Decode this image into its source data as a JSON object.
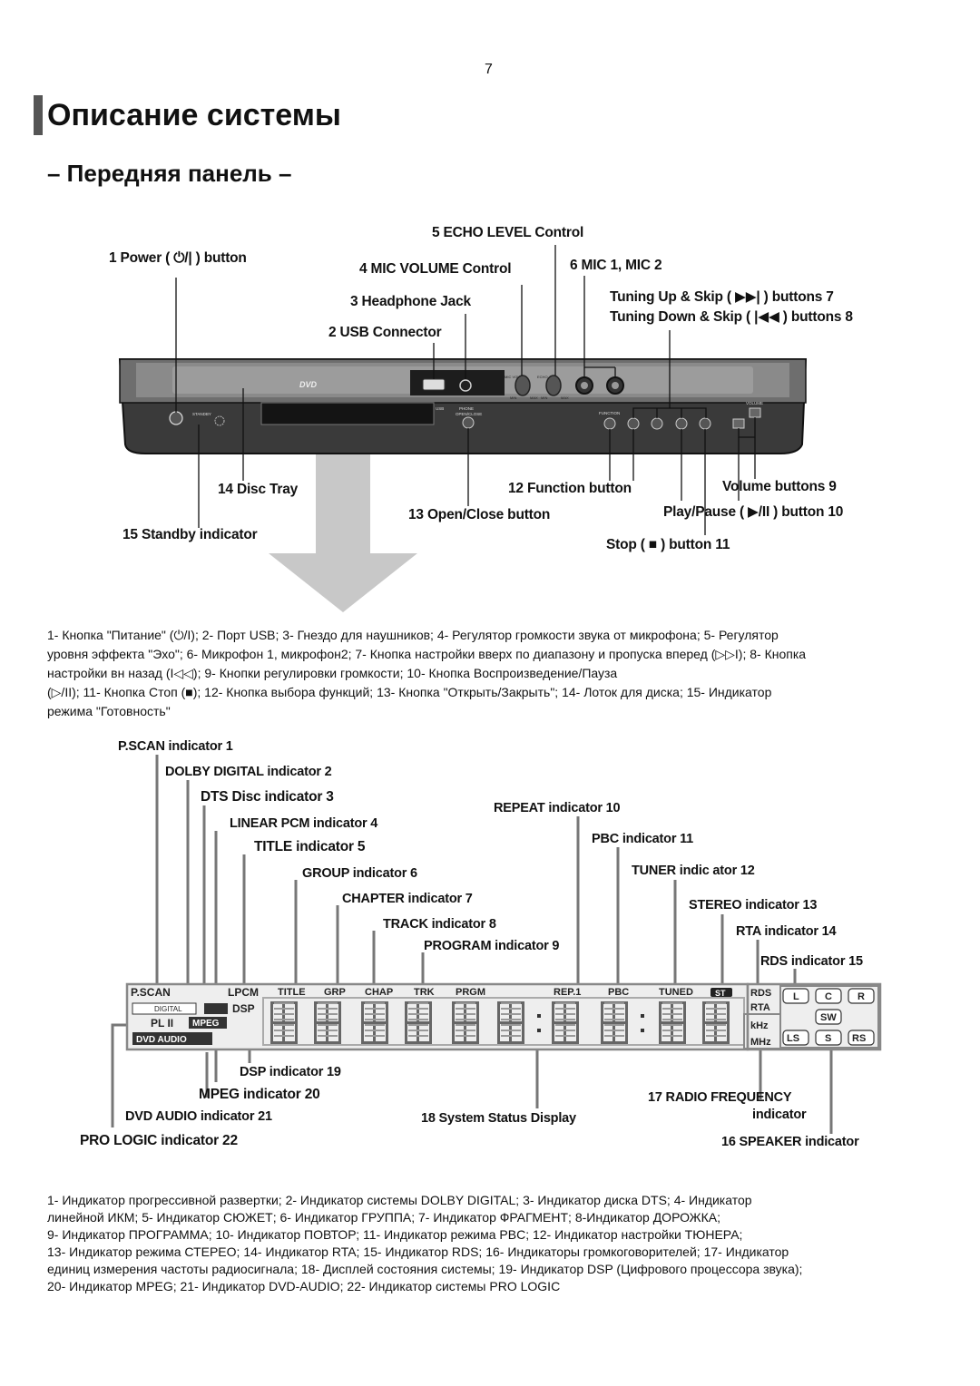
{
  "page_number": "7",
  "title": "Описание системы",
  "subtitle": "– Передняя панель –",
  "front_panel": {
    "labels": {
      "power": "1  Power (  ⏻/|  ) button",
      "echo": "5  ECHO LEVEL Control",
      "mic_volume": "4  MIC VOLUME Control",
      "mic12": "6  MIC 1, MIC 2",
      "headphone": "3  Headphone Jack",
      "usb": "2  USB Connector",
      "tuning_up": "Tuning Up & Skip ( ▶▶| ) buttons  7",
      "tuning_down": "Tuning Down & Skip ( |◀◀ ) buttons  8",
      "disc_tray": "14  Disc Tray",
      "standby": "15  Standby indicator",
      "function": "12  Function button",
      "open_close": "13  Open/Close button",
      "volume": "Volume buttons  9",
      "play_pause": "Play/Pause ( ▶/II ) button  10",
      "stop": "Stop (  ■  ) button  11"
    },
    "device_text": {
      "dvd": "DVD",
      "standby": "STANDBY",
      "usb": "USB",
      "phone": "PHONE",
      "open_close": "OPEN/CLOSE",
      "mic_vol": "MIC VOL",
      "echo": "ECHO",
      "min": "MIN",
      "max": "MAX",
      "function": "FUNCTION",
      "volume": "VOLUME"
    }
  },
  "front_panel_description": [
    "1- Кнопка \"Питание\" (⏻/I); 2- Порт USB; 3- Гнездо для наушников; 4- Регулятор громкости звука от микрофона; 5- Регулятор",
    "уровня эффекта \"Эхо\"; 6- Микрофон 1, микрофон2; 7- Кнопка настройки вверх по диапазону и пропуска вперед (▷▷I); 8- Кнопка",
    "настройки вн                                          назад (I◁◁); 9- Кнопки регулировки громкости; 10- Кнопка Воспроизведение/Пауза",
    "(▷/II); 11- Кнопка Стоп (■); 12- Кнопка выбора функций; 13- Кнопка \"Открыть/Закрыть\"; 14- Лоток для диска; 15- Индикатор",
    "режима \"Готовность\""
  ],
  "display_panel": {
    "labels": {
      "pscan": "P.SCAN indicator 1",
      "dolby": "DOLBY DIGITAL indicator 2",
      "dts": "DTS Disc indicator 3",
      "lpcm": "LINEAR PCM indicator 4",
      "title": "TITLE indicator 5",
      "group": "GROUP indicator 6",
      "chapter": "CHAPTER indicator 7",
      "track": "TRACK indicator 8",
      "program": "PROGRAM indicator 9",
      "repeat": "REPEAT indicator 10",
      "pbc": "PBC indicator 11",
      "tuner": "TUNER indic ator  12",
      "stereo": "STEREO indicator  13",
      "rta": "RTA indicator  14",
      "rds": "RDS indicator 15",
      "dsp": "DSP indicator  19",
      "mpeg": "MPEG indicator  20",
      "dvd_audio": "DVD AUDIO indicator  21",
      "pro_logic": "PRO LOGIC indicator  22",
      "system_status": "18  System Status Display",
      "radio_freq": "17  RADIO FREQUENCY",
      "radio_freq2": "indicator",
      "speaker": "16  SPEAKER indicator"
    },
    "lcd_text": {
      "pscan": "P.SCAN",
      "lpcm": "LPCM",
      "title": "TITLE",
      "grp": "GRP",
      "chap": "CHAP",
      "trk": "TRK",
      "prgm": "PRGM",
      "rep": "REP.1",
      "pbc": "PBC",
      "tuned": "TUNED",
      "st": "ST",
      "rds": "RDS",
      "rta": "RTA",
      "khz": "kHz",
      "mhz": "MHz",
      "digital": "DIGITAL",
      "dsp": "DSP",
      "pl2": "PL II",
      "mpeg": "MPEG",
      "dvd_audio": "DVD AUDIO",
      "spk_l": "L",
      "spk_c": "C",
      "spk_r": "R",
      "spk_sw": "SW",
      "spk_ls": "LS",
      "spk_s": "S",
      "spk_rs": "RS"
    }
  },
  "display_description": [
    "1- Индикатор прогрессивной развертки; 2- Индикатор системы DOLBY DIGITAL; 3- Индикатор диска DTS; 4- Индикатор",
    "линейной ИКМ; 5- Индикатор СЮЖЕТ; 6- Индикатор ГРУППА; 7- Индикатор ФРАГМЕНТ; 8-Индикатор ДОРОЖКА;",
    "9- Индикатор ПРОГРАММА; 10- Индикатор ПОВТОР; 11- Индикатор режима PBC; 12- Индикатор настройки ТЮНЕРА;",
    "13- Индикатор режима СТЕРЕО; 14- Индикатор RTA; 15- Индикатор RDS; 16- Индикаторы громкоговорителей; 17- Индикатор",
    "единиц измерения частоты радиосигнала; 18- Дисплей состояния системы; 19- Индикатор DSP (Цифрового процессора звука);",
    "20- Индикатор MPEG; 21- Индикатор DVD-AUDIO; 22- Индикатор системы PRO LOGIC"
  ]
}
